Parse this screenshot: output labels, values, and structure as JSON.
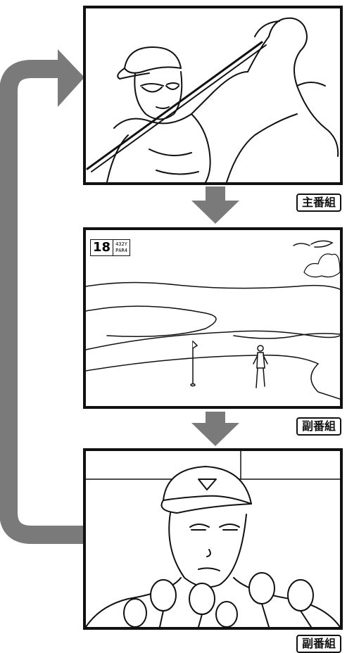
{
  "panels": [
    {
      "label": "主番組",
      "scene": "golfer-swing"
    },
    {
      "label": "副番組",
      "scene": "golf-course"
    },
    {
      "label": "副番組",
      "scene": "press-interview"
    }
  ],
  "scoreboard": {
    "hole": "18",
    "yards": "432Y",
    "par": "PAR4"
  },
  "colors": {
    "arrow": "#7a7a7a",
    "outline": "#111111"
  }
}
